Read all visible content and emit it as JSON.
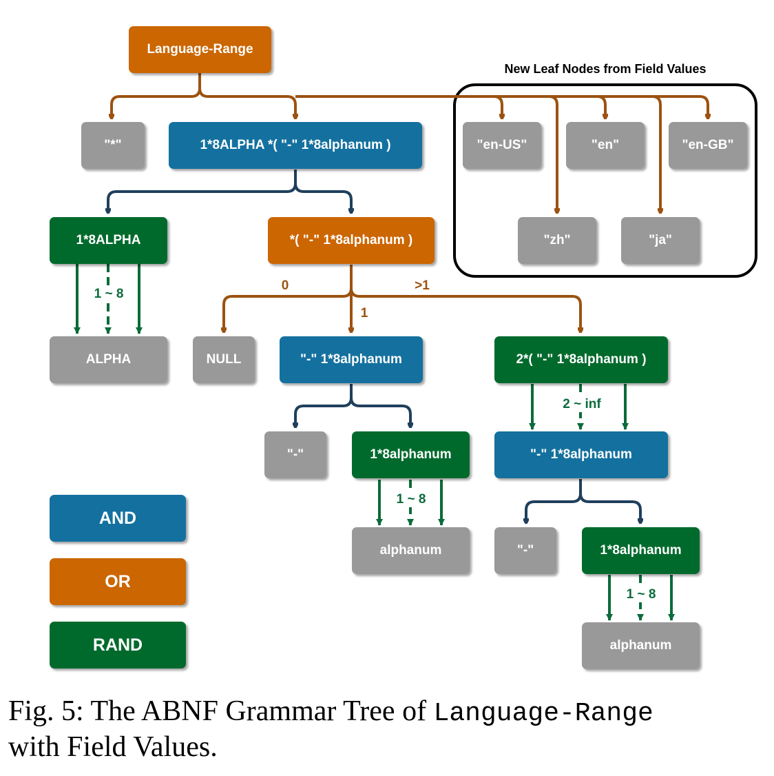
{
  "colors": {
    "and": "#14719f",
    "or": "#cc6600",
    "rand": "#006a2c",
    "leaf": "#999999",
    "and_edge": "#1f3f5c",
    "or_edge": "#9c5210",
    "rand_edge": "#0b6b3a"
  },
  "group": {
    "title": "New Leaf Nodes from Field Values"
  },
  "nodes": {
    "root": "Language-Range",
    "star": "\"*\"",
    "alpha_seq": "1*8ALPHA *( \"-\" 1*8alphanum )",
    "en_us": "\"en-US\"",
    "en": "\"en\"",
    "en_gb": "\"en-GB\"",
    "zh": "\"zh\"",
    "ja": "\"ja\"",
    "alpha_rand": "1*8ALPHA",
    "dash_repeat": "*( \"-\" 1*8alphanum )",
    "alpha": "ALPHA",
    "null": "NULL",
    "dash_alnum_1": "\"-\" 1*8alphanum",
    "two_plus": "2*( \"-\" 1*8alphanum )",
    "dash_1": "\"-\"",
    "alnum_rand_1": "1*8alphanum",
    "dash_alnum_2": "\"-\" 1*8alphanum",
    "alphanum_1": "alphanum",
    "dash_2": "\"-\"",
    "alnum_rand_2": "1*8alphanum",
    "alphanum_2": "alphanum"
  },
  "edge_labels": {
    "alpha_range": "1 ~ 8",
    "or_zero": "0",
    "or_one": "1",
    "or_more": ">1",
    "inf_range": "2 ~ inf",
    "alnum_range_1": "1 ~ 8",
    "alnum_range_2": "1 ~ 8"
  },
  "legend": {
    "and": "AND",
    "or": "OR",
    "rand": "RAND"
  },
  "caption": {
    "prefix": "Fig. 5: The ABNF Grammar Tree of ",
    "code": "Language-Range",
    "suffix": "with Field Values."
  }
}
